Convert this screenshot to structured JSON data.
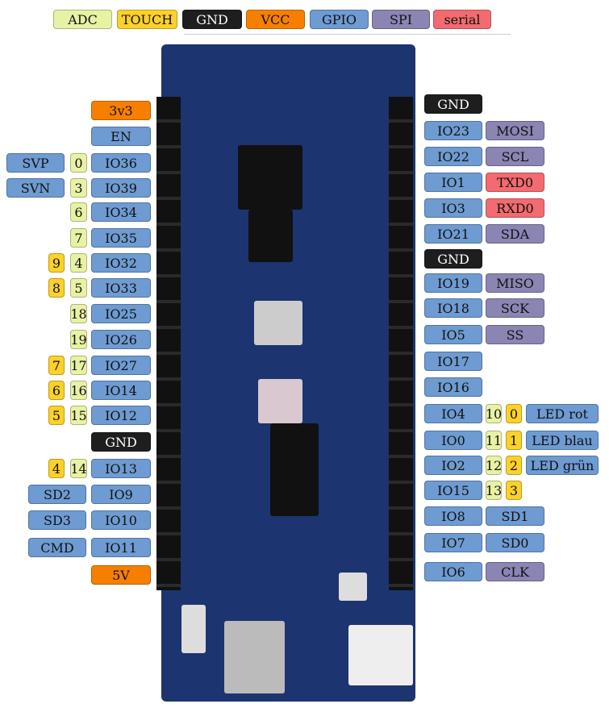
{
  "colors": {
    "adc": "#e8f2a4",
    "touch": "#fcd12a",
    "gnd": "#1e1e1e",
    "vcc": "#f77f00",
    "gpio": "#6e9bd1",
    "spi": "#8a85b3",
    "serial": "#f26b70"
  },
  "legend": [
    {
      "label": "ADC",
      "type": "adc"
    },
    {
      "label": "TOUCH",
      "type": "touch"
    },
    {
      "label": "GND",
      "type": "gnd"
    },
    {
      "label": "VCC",
      "type": "vcc"
    },
    {
      "label": "GPIO",
      "type": "gpio"
    },
    {
      "label": "SPI",
      "type": "spi"
    },
    {
      "label": "serial",
      "type": "serial"
    }
  ],
  "left_pins": [
    {
      "pin": {
        "label": "3v3",
        "type": "vcc"
      }
    },
    {
      "pin": {
        "label": "EN",
        "type": "gpio"
      }
    },
    {
      "pin": {
        "label": "IO36",
        "type": "gpio"
      },
      "adc": "0",
      "alt": {
        "label": "SVP",
        "type": "gpio"
      }
    },
    {
      "pin": {
        "label": "IO39",
        "type": "gpio"
      },
      "adc": "3",
      "alt": {
        "label": "SVN",
        "type": "gpio"
      }
    },
    {
      "pin": {
        "label": "IO34",
        "type": "gpio"
      },
      "adc": "6"
    },
    {
      "pin": {
        "label": "IO35",
        "type": "gpio"
      },
      "adc": "7"
    },
    {
      "pin": {
        "label": "IO32",
        "type": "gpio"
      },
      "adc": "4",
      "touch": "9"
    },
    {
      "pin": {
        "label": "IO33",
        "type": "gpio"
      },
      "adc": "5",
      "touch": "8"
    },
    {
      "pin": {
        "label": "IO25",
        "type": "gpio"
      },
      "adc": "18"
    },
    {
      "pin": {
        "label": "IO26",
        "type": "gpio"
      },
      "adc": "19"
    },
    {
      "pin": {
        "label": "IO27",
        "type": "gpio"
      },
      "adc": "17",
      "touch": "7"
    },
    {
      "pin": {
        "label": "IO14",
        "type": "gpio"
      },
      "adc": "16",
      "touch": "6"
    },
    {
      "pin": {
        "label": "IO12",
        "type": "gpio"
      },
      "adc": "15",
      "touch": "5"
    },
    {
      "pin": {
        "label": "GND",
        "type": "gnd"
      }
    },
    {
      "pin": {
        "label": "IO13",
        "type": "gpio"
      },
      "adc": "14",
      "touch": "4"
    },
    {
      "pin": {
        "label": "IO9",
        "type": "gpio"
      },
      "alt": {
        "label": "SD2",
        "type": "gpio"
      }
    },
    {
      "pin": {
        "label": "IO10",
        "type": "gpio"
      },
      "alt": {
        "label": "SD3",
        "type": "gpio"
      }
    },
    {
      "pin": {
        "label": "IO11",
        "type": "gpio"
      },
      "alt": {
        "label": "CMD",
        "type": "gpio"
      }
    },
    {
      "pin": {
        "label": "5V",
        "type": "vcc"
      }
    }
  ],
  "right_pins": [
    {
      "pin": {
        "label": "GND",
        "type": "gnd"
      }
    },
    {
      "pin": {
        "label": "IO23",
        "type": "gpio"
      },
      "alt": {
        "label": "MOSI",
        "type": "spi"
      }
    },
    {
      "pin": {
        "label": "IO22",
        "type": "gpio"
      },
      "alt": {
        "label": "SCL",
        "type": "spi"
      }
    },
    {
      "pin": {
        "label": "IO1",
        "type": "gpio"
      },
      "alt": {
        "label": "TXD0",
        "type": "serial"
      }
    },
    {
      "pin": {
        "label": "IO3",
        "type": "gpio"
      },
      "alt": {
        "label": "RXD0",
        "type": "serial"
      }
    },
    {
      "pin": {
        "label": "IO21",
        "type": "gpio"
      },
      "alt": {
        "label": "SDA",
        "type": "spi"
      }
    },
    {
      "pin": {
        "label": "GND",
        "type": "gnd"
      }
    },
    {
      "pin": {
        "label": "IO19",
        "type": "gpio"
      },
      "alt": {
        "label": "MISO",
        "type": "spi"
      }
    },
    {
      "pin": {
        "label": "IO18",
        "type": "gpio"
      },
      "alt": {
        "label": "SCK",
        "type": "spi"
      }
    },
    {
      "pin": {
        "label": "IO5",
        "type": "gpio"
      },
      "alt": {
        "label": "SS",
        "type": "spi"
      }
    },
    {
      "pin": {
        "label": "IO17",
        "type": "gpio"
      }
    },
    {
      "pin": {
        "label": "IO16",
        "type": "gpio"
      }
    },
    {
      "pin": {
        "label": "IO4",
        "type": "gpio"
      },
      "adc": "10",
      "touch": "0",
      "led": "LED rot"
    },
    {
      "pin": {
        "label": "IO0",
        "type": "gpio"
      },
      "adc": "11",
      "touch": "1",
      "led": "LED blau"
    },
    {
      "pin": {
        "label": "IO2",
        "type": "gpio"
      },
      "adc": "12",
      "touch": "2",
      "led": "LED grün"
    },
    {
      "pin": {
        "label": "IO15",
        "type": "gpio"
      },
      "adc": "13",
      "touch": "3"
    },
    {
      "pin": {
        "label": "IO8",
        "type": "gpio"
      },
      "alt": {
        "label": "SD1",
        "type": "gpio"
      }
    },
    {
      "pin": {
        "label": "IO7",
        "type": "gpio"
      },
      "alt": {
        "label": "SD0",
        "type": "gpio"
      }
    },
    {
      "pin": {
        "label": "IO6",
        "type": "gpio"
      },
      "alt": {
        "label": "CLK",
        "type": "spi"
      }
    }
  ]
}
